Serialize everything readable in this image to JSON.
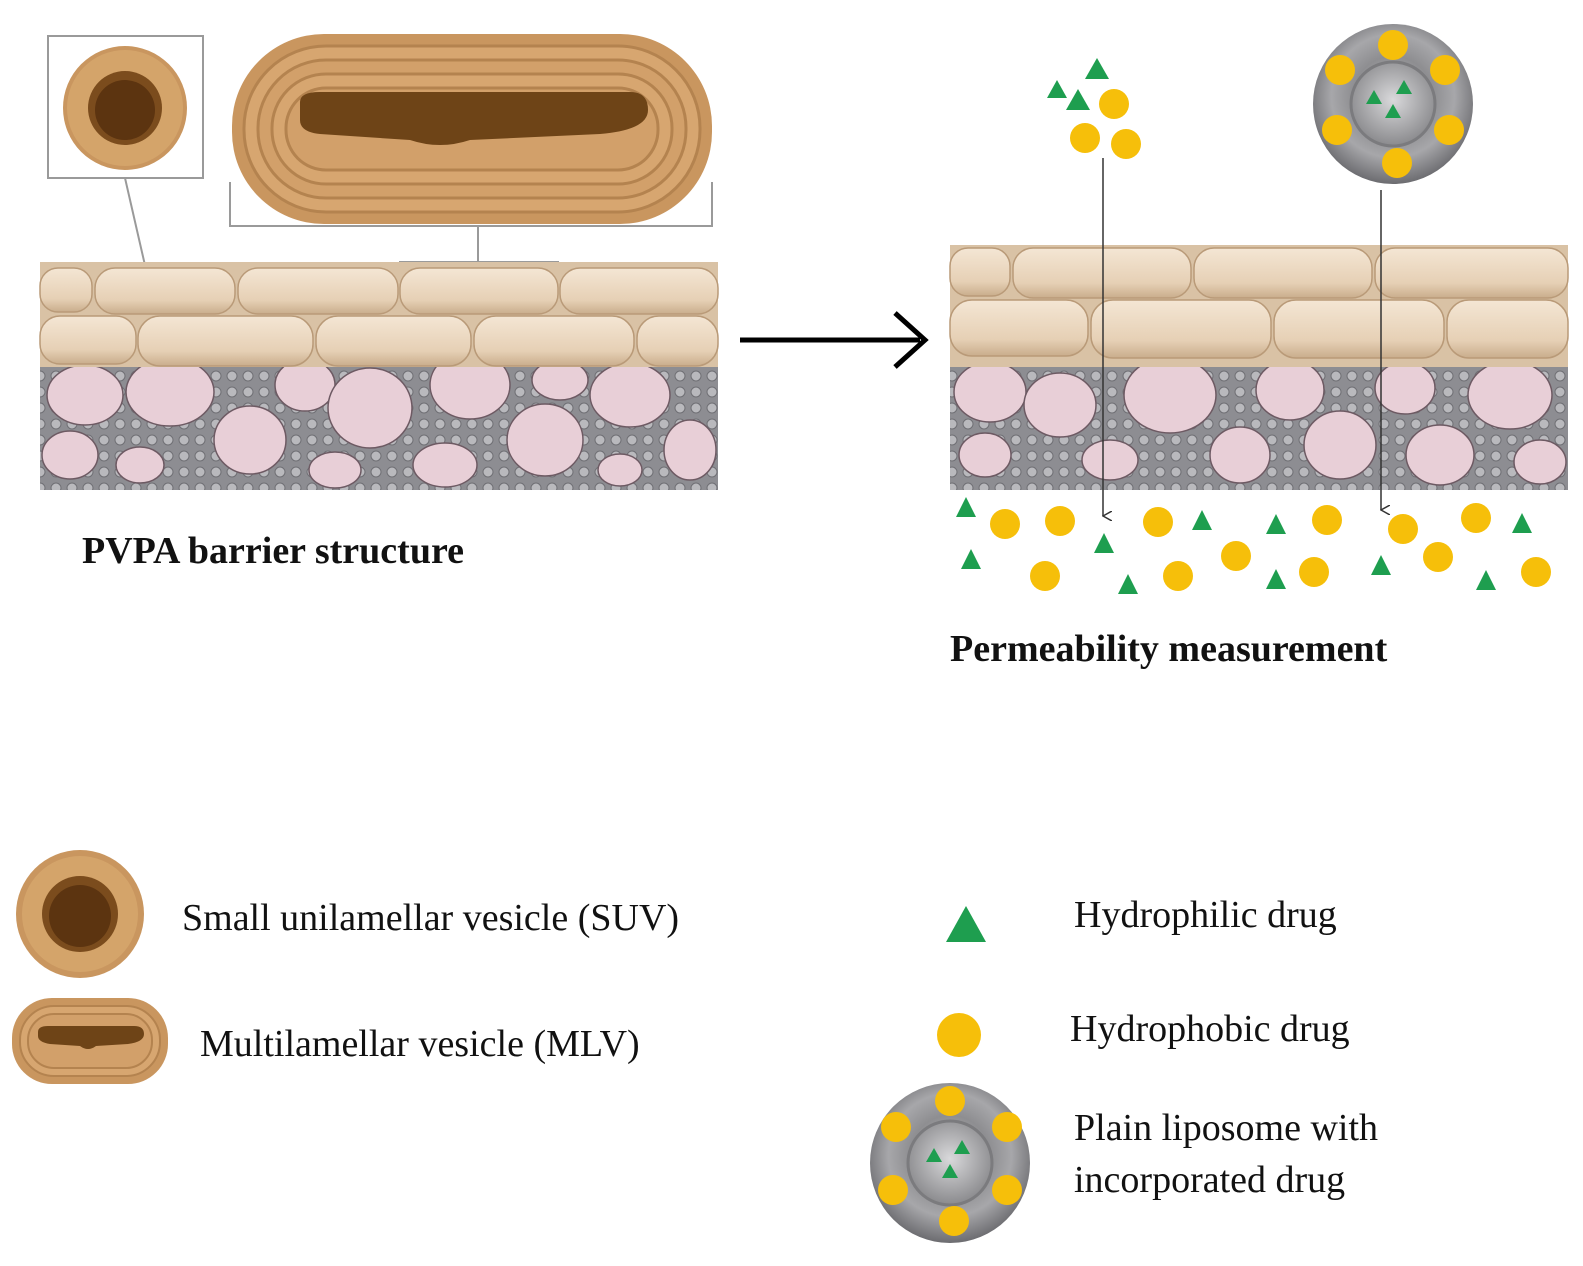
{
  "captions": {
    "left": "PVPA barrier structure",
    "right": "Permeability measurement"
  },
  "legend": {
    "suv": "Small unilamellar vesicle (SUV)",
    "mlv": "Multilamellar vesicle (MLV)",
    "hydrophilic": "Hydrophilic drug",
    "hydrophobic": "Hydrophobic drug",
    "liposome_line1": "Plain liposome with",
    "liposome_line2": "incorporated drug"
  },
  "colors": {
    "hydrophilic_drug": "#1e9e4f",
    "hydrophobic_drug": "#f6bf0a",
    "vesicle_tan": "#c99661",
    "cell_layer": "#ecd9c2",
    "pore_pink": "#e6cdd5",
    "matrix_gray": "#8f8f93"
  },
  "icons": {
    "suv": "suv-vesicle-icon",
    "mlv": "mlv-vesicle-icon",
    "triangle": "triangle-icon",
    "circle": "circle-icon",
    "liposome": "liposome-icon"
  }
}
